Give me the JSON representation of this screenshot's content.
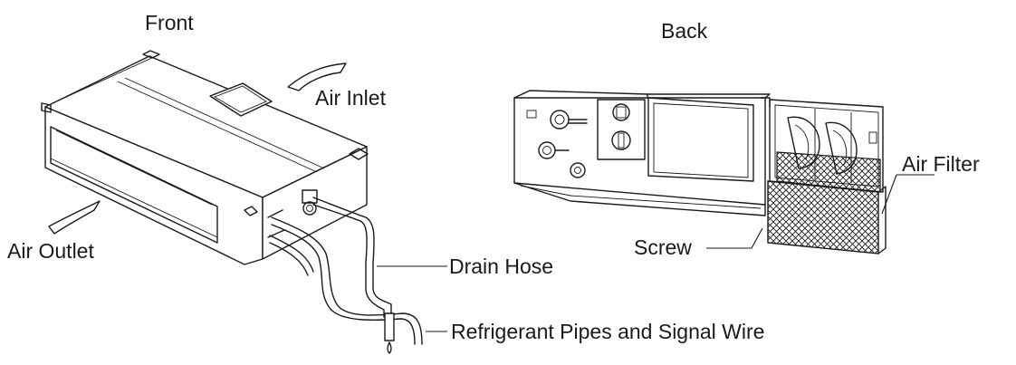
{
  "labels": {
    "front": "Front",
    "back": "Back",
    "air_inlet": "Air Inlet",
    "air_outlet": "Air Outlet",
    "drain_hose": "Drain Hose",
    "refrigerant": "Refrigerant Pipes and Signal Wire",
    "air_filter": "Air Filter",
    "screw": "Screw"
  }
}
